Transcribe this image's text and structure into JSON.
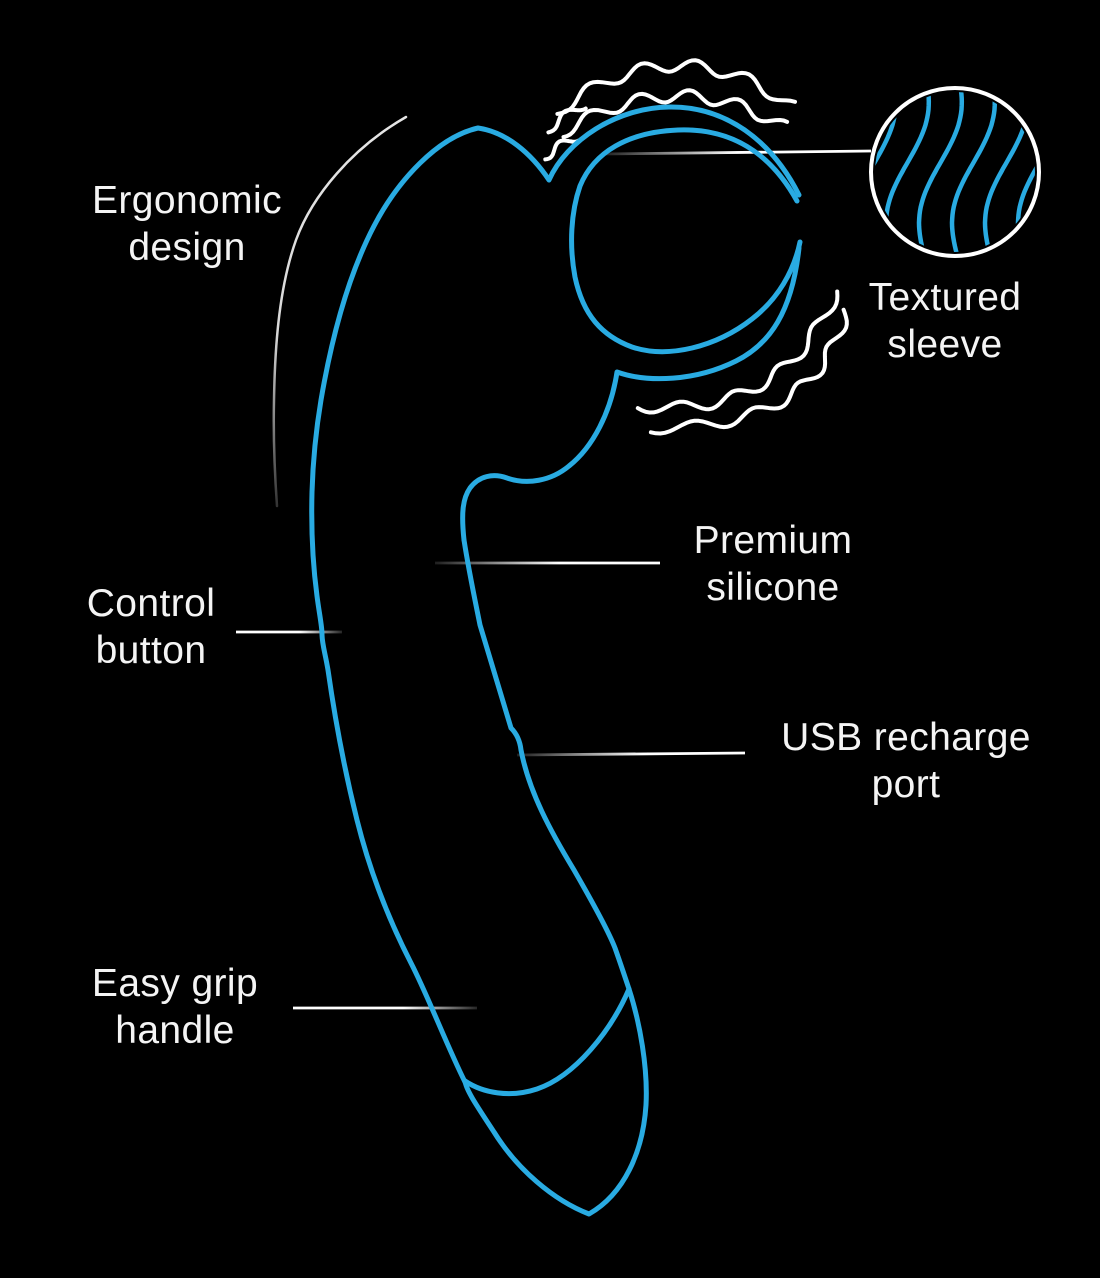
{
  "page": {
    "background": "#000000",
    "accent_blue": "#29ABE2",
    "line_white": "#FFFFFF",
    "text_color": "#F4F4F4"
  },
  "diagram": {
    "labels": {
      "ergonomic": {
        "line1": "Ergonomic",
        "line2": "design"
      },
      "textured": {
        "line1": "Textured",
        "line2": "sleeve"
      },
      "premium": {
        "line1": "Premium",
        "line2": "silicone"
      },
      "control": {
        "line1": "Control",
        "line2": "button"
      },
      "usb": {
        "line1": "USB recharge",
        "line2": "port"
      },
      "easygrip": {
        "line1": "Easy grip",
        "line2": "handle"
      }
    },
    "icons": [
      "vibration-waves-top-icon",
      "vibration-waves-side-icon",
      "texture-magnifier-icon",
      "ergonomic-curve-icon"
    ]
  }
}
